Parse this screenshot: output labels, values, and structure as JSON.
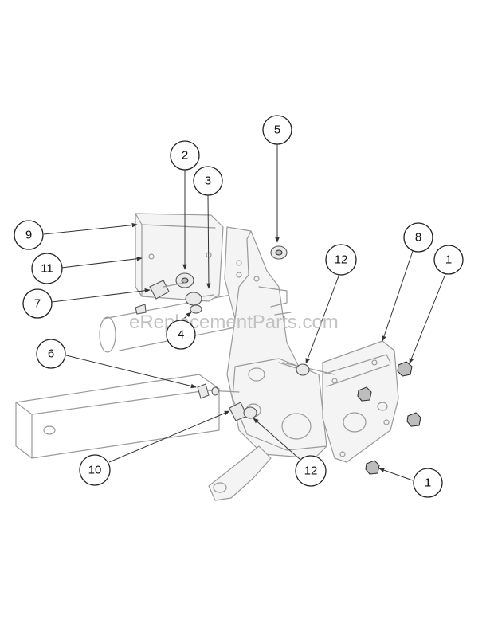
{
  "watermark": "eReplacementParts.com",
  "callouts": [
    {
      "id": "c5",
      "label": "5"
    },
    {
      "id": "c2",
      "label": "2"
    },
    {
      "id": "c3",
      "label": "3"
    },
    {
      "id": "c9",
      "label": "9"
    },
    {
      "id": "c11",
      "label": "11"
    },
    {
      "id": "c7",
      "label": "7"
    },
    {
      "id": "c4",
      "label": "4"
    },
    {
      "id": "c6",
      "label": "6"
    },
    {
      "id": "c10",
      "label": "10"
    },
    {
      "id": "c12a",
      "label": "12"
    },
    {
      "id": "c12b",
      "label": "12"
    },
    {
      "id": "c8",
      "label": "8"
    },
    {
      "id": "c1a",
      "label": "1"
    },
    {
      "id": "c1b",
      "label": "1"
    }
  ]
}
